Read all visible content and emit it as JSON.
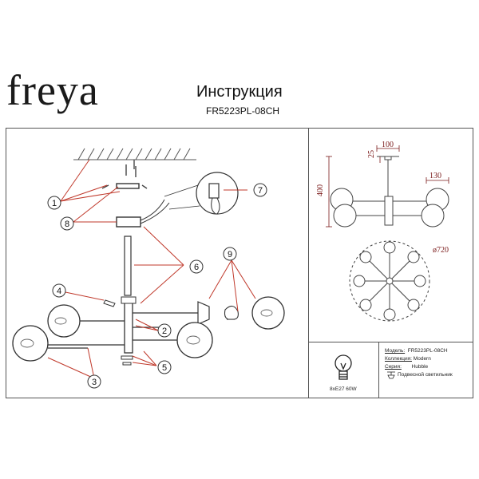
{
  "header": {
    "brand": "freya",
    "title": "Инструкция",
    "model_code": "FR5223PL-08CH"
  },
  "callouts": [
    "1",
    "2",
    "3",
    "4",
    "5",
    "6",
    "7",
    "8",
    "9"
  ],
  "dimensions": {
    "height_total": "400",
    "rod_top": "25",
    "canopy_width": "100",
    "arm_offset": "130",
    "diameter": "ø720"
  },
  "specs": {
    "model_label": "Модель:",
    "model_value": "FR5223PL-08CH",
    "collection_label": "Коллекция:",
    "collection_value": "Modern",
    "series_label": "Серия:",
    "series_value": "Hubble",
    "type_value": "Подвесной светильник"
  },
  "bulb": {
    "caption": "8xE27 60W"
  },
  "colors": {
    "line": "#444444",
    "leader": "#c0392b",
    "dimension": "#7a1a1a"
  },
  "icons": [
    "ceiling-hatch-icon",
    "bulb-icon",
    "pendant-icon",
    "screw-icon"
  ]
}
